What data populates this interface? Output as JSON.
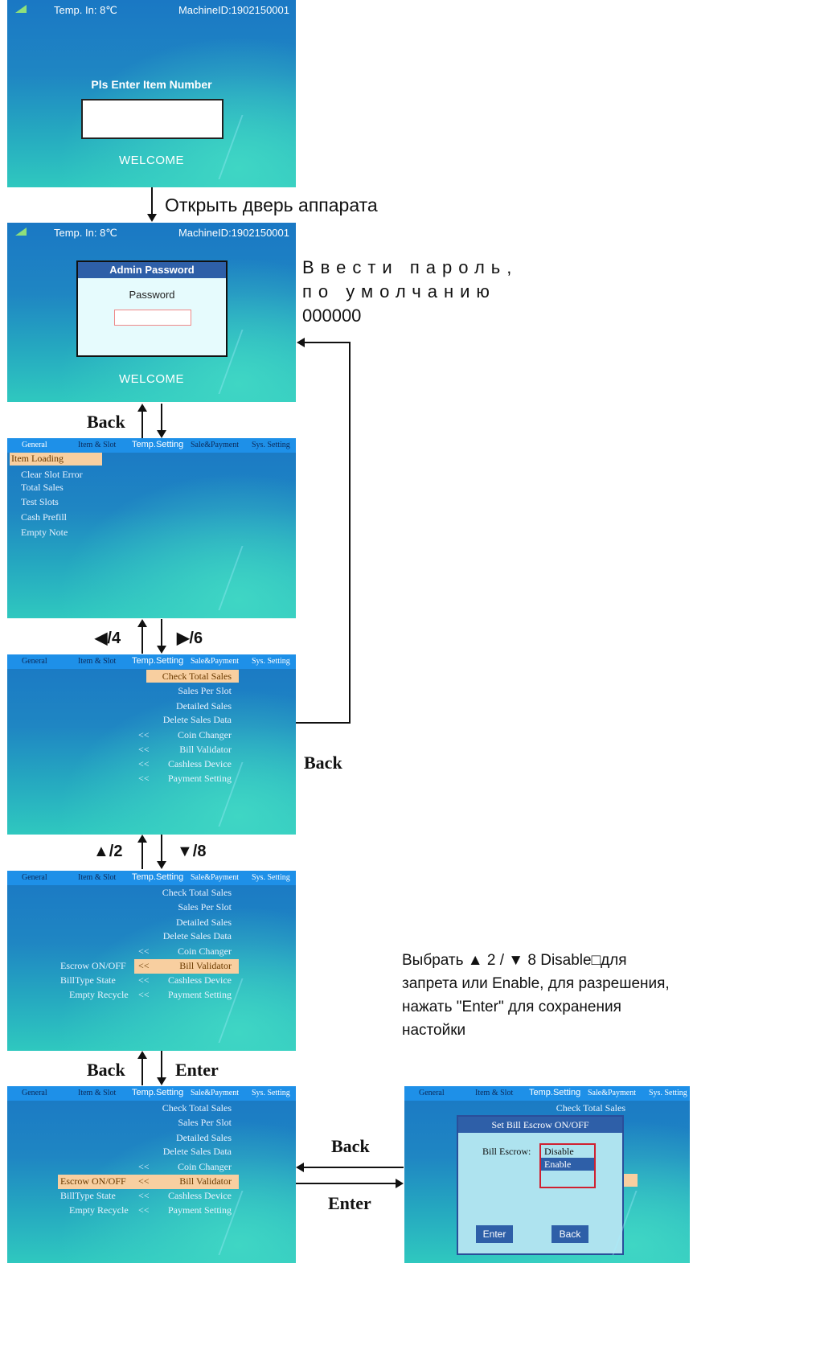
{
  "status": {
    "temp": "Temp. In: 8℃",
    "machine_id": "MachineID:1902150001"
  },
  "screen1": {
    "prompt": "Pls Enter Item Number",
    "welcome": "WELCOME"
  },
  "step1_label": "Открыть дверь аппарата",
  "screen2": {
    "dialog_title": "Admin Password",
    "password_label": "Password",
    "welcome": "WELCOME"
  },
  "password_note": [
    "Ввести пароль,",
    "по умолчанию",
    "000000"
  ],
  "menu_tabs": {
    "general": "General",
    "item_slot": "Item & Slot",
    "temp": "Temp.Setting",
    "sale": "Sale&Payment",
    "sys": "Sys. Setting"
  },
  "general_items": [
    "Item Loading",
    "Clear Slot Error",
    "Total Sales",
    "Test Slots",
    "Cash Prefill",
    "Empty Note"
  ],
  "sale_items": [
    "Check Total Sales",
    "Sales Per Slot",
    "Detailed Sales",
    "Delete Sales Data",
    "Coin Changer",
    "Bill Validator",
    "Cashless Device",
    "Payment Setting"
  ],
  "sub_prefix": "<<",
  "bill_sub": [
    "Escrow ON/OFF",
    "BillType State",
    "Empty Recycle"
  ],
  "nav": {
    "back": "Back",
    "enter": "Enter",
    "left4": "◀/4",
    "right6": "▶/6",
    "up2": "▲/2",
    "down8": "▼/8"
  },
  "escrow_note": [
    "Выбрать ▲ 2 / ▼ 8 Disable□для",
    "запрета или Enable, для разрешения,",
    "нажать \"Enter\" для сохранения",
    "настойки"
  ],
  "escrow_dialog": {
    "title": "Set Bill Escrow ON/OFF",
    "label": "Bill Escrow:",
    "opt_disable": "Disable",
    "opt_enable": "Enable",
    "enter_btn": "Enter",
    "back_btn": "Back"
  }
}
